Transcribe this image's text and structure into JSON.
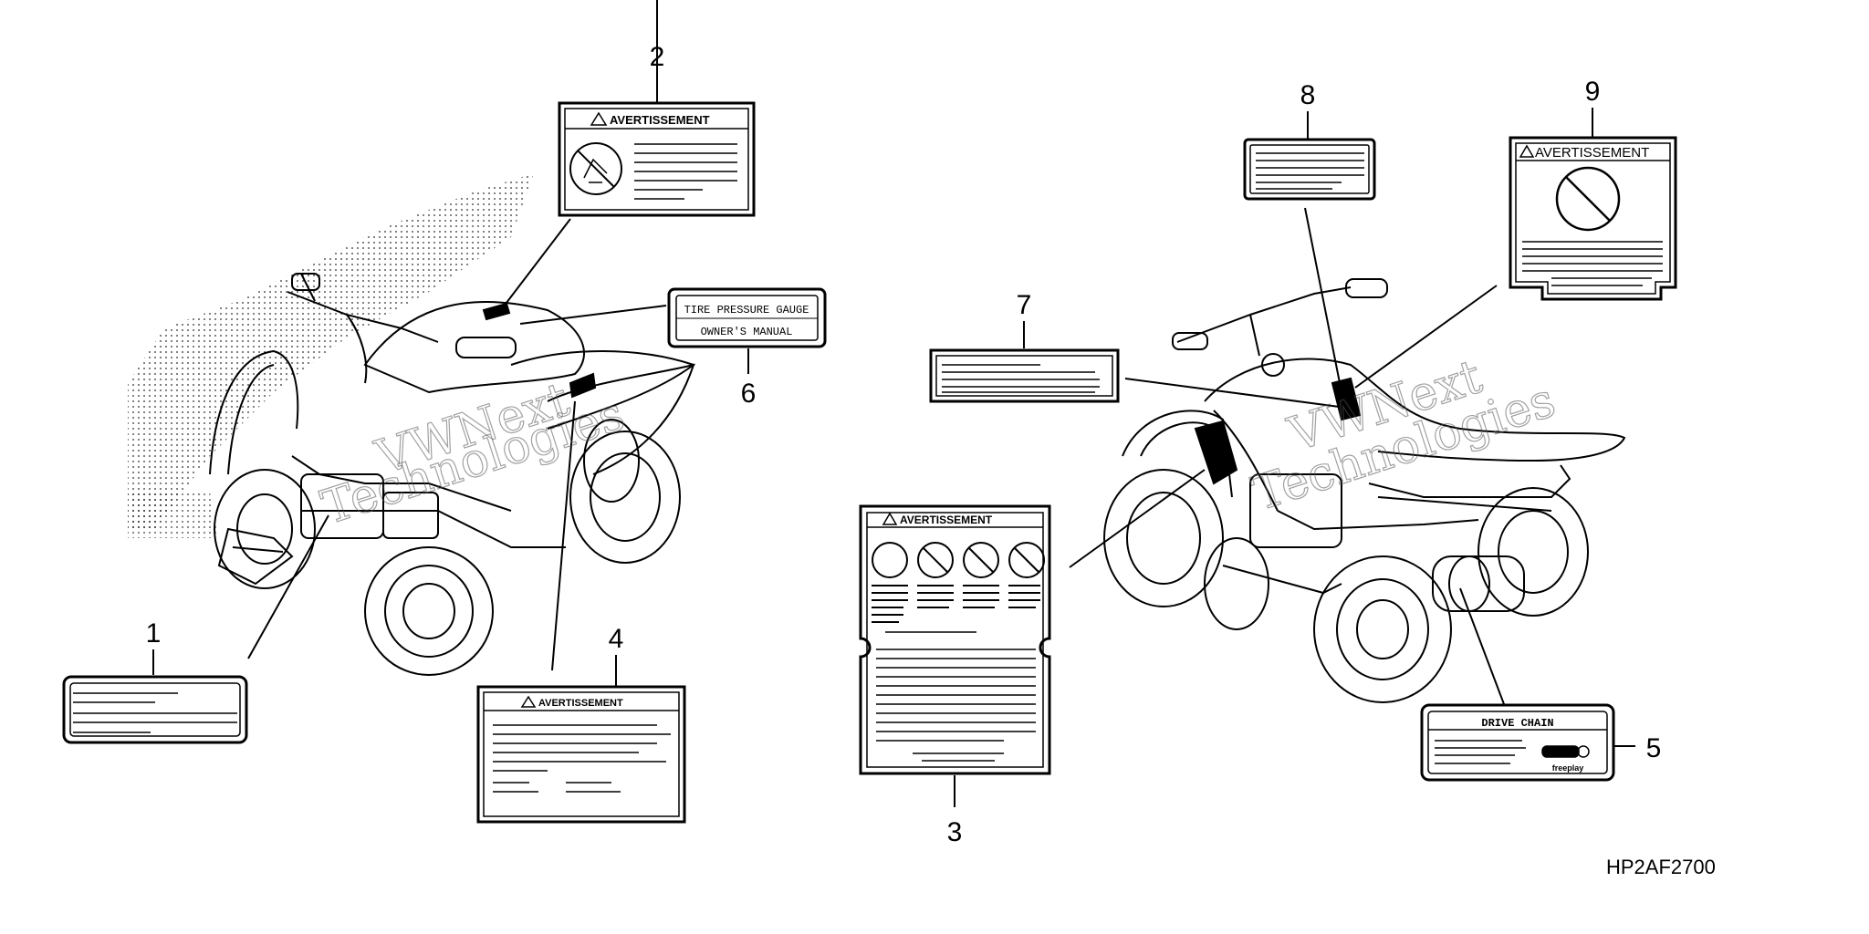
{
  "callouts": {
    "c1": "1",
    "c2": "2",
    "c3": "3",
    "c4": "4",
    "c5": "5",
    "c6": "6",
    "c7": "7",
    "c8": "8",
    "c9": "9"
  },
  "labels": {
    "avertissement": "AVERTISSEMENT",
    "tire_gauge": "TIRE PRESSURE GAUGE",
    "owners_manual": "OWNER'S MANUAL",
    "drive_chain": "DRIVE CHAIN",
    "freeplay": "freeplay"
  },
  "watermark": {
    "line1": "VWNext",
    "line2": "Technologies"
  },
  "diagram_code": "HP2AF2700",
  "icons": [
    "warning-triangle-icon",
    "prohibition-icon",
    "no-passenger-icon"
  ],
  "colors": {
    "ink": "#000000",
    "paper": "#ffffff"
  }
}
